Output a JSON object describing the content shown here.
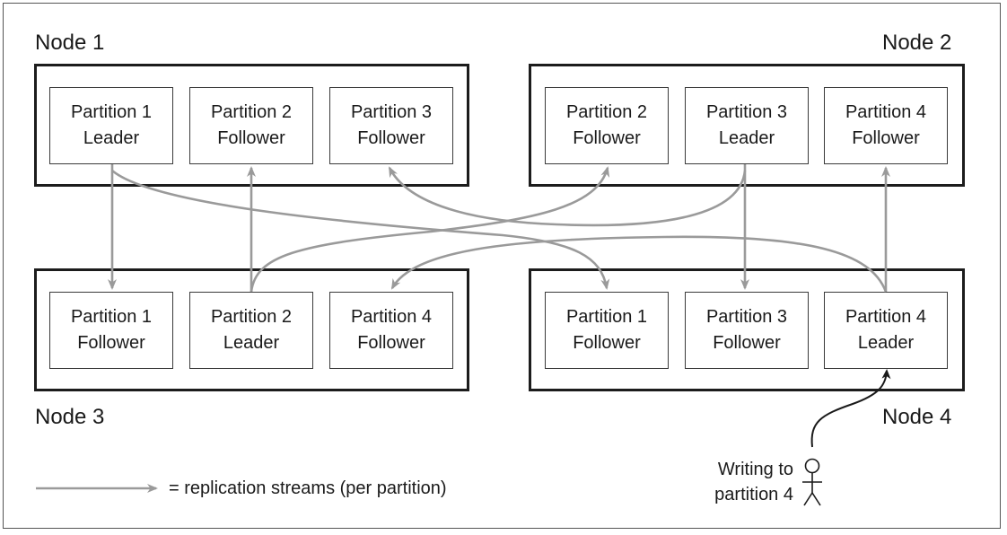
{
  "nodes": [
    {
      "label": "Node 1",
      "partitions": [
        {
          "name": "Partition 1",
          "role": "Leader"
        },
        {
          "name": "Partition 2",
          "role": "Follower"
        },
        {
          "name": "Partition 3",
          "role": "Follower"
        }
      ]
    },
    {
      "label": "Node 2",
      "partitions": [
        {
          "name": "Partition 2",
          "role": "Follower"
        },
        {
          "name": "Partition 3",
          "role": "Leader"
        },
        {
          "name": "Partition 4",
          "role": "Follower"
        }
      ]
    },
    {
      "label": "Node 3",
      "partitions": [
        {
          "name": "Partition 1",
          "role": "Follower"
        },
        {
          "name": "Partition 2",
          "role": "Leader"
        },
        {
          "name": "Partition 4",
          "role": "Follower"
        }
      ]
    },
    {
      "label": "Node 4",
      "partitions": [
        {
          "name": "Partition 1",
          "role": "Follower"
        },
        {
          "name": "Partition 3",
          "role": "Follower"
        },
        {
          "name": "Partition 4",
          "role": "Leader"
        }
      ]
    }
  ],
  "replication_streams": [
    {
      "partition": "Partition 1",
      "from": "Node 1",
      "to": [
        "Node 3",
        "Node 4"
      ]
    },
    {
      "partition": "Partition 2",
      "from": "Node 3",
      "to": [
        "Node 1",
        "Node 2"
      ]
    },
    {
      "partition": "Partition 3",
      "from": "Node 2",
      "to": [
        "Node 1",
        "Node 4"
      ]
    },
    {
      "partition": "Partition 4",
      "from": "Node 4",
      "to": [
        "Node 2",
        "Node 3"
      ]
    }
  ],
  "legend": {
    "text": "= replication streams (per partition)"
  },
  "writer": {
    "line1": "Writing to",
    "line2": "partition 4",
    "icon": "person-icon"
  },
  "colors": {
    "stream": "#9a9a9a",
    "box_border": "#1c1c1c",
    "write_arrow": "#1a1a1a"
  }
}
